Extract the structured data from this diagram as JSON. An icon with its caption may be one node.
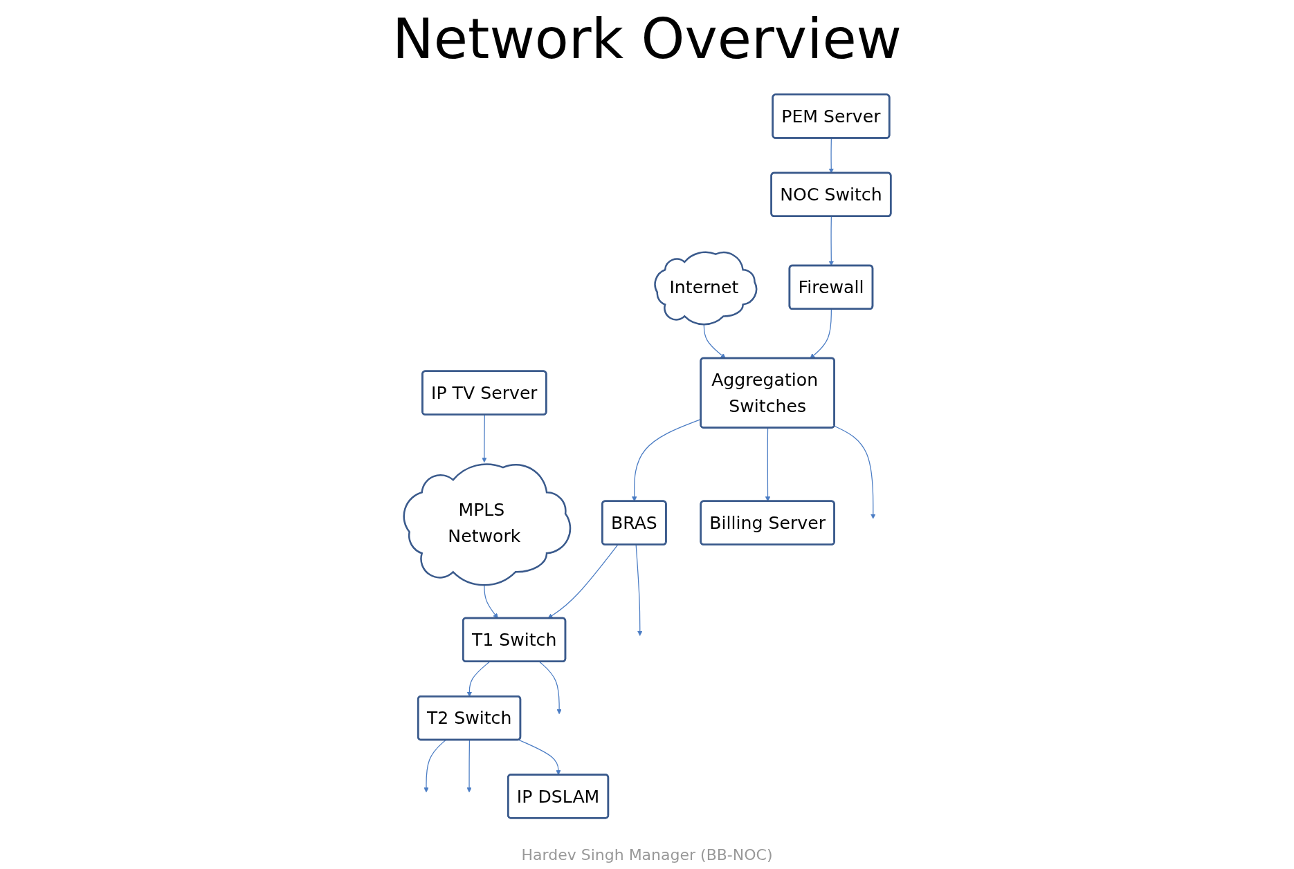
{
  "diagram": {
    "title": "Network Overview",
    "nodes": [
      {
        "text": [
          "IP TV Server"
        ]
      },
      {
        "text": [
          "MPLS Network"
        ]
      },
      {
        "text": [
          "BRAS"
        ]
      },
      {
        "text": [
          "Aggregation Switches"
        ]
      },
      {
        "text": [
          "Internet"
        ]
      },
      {
        "text": [
          "Billing Server"
        ]
      },
      {
        "text": [
          "Firewall"
        ]
      },
      {
        "text": [
          "T1 Switch"
        ]
      },
      {
        "text": [
          "NOC Switch"
        ]
      },
      {
        "text": [
          "T2 Switch"
        ]
      },
      {
        "text": [
          "PEM Server"
        ]
      },
      {
        "text": [
          "IP DSLAM"
        ]
      }
    ],
    "edges": [
      {
        "from": 0,
        "to": 1,
        "arrow": "to"
      },
      {
        "from": 4,
        "to": 3,
        "arrow": "to"
      },
      {
        "from": 3,
        "to": 2,
        "arrow": "to"
      },
      {
        "from": 3,
        "to": 5,
        "arrow": "to"
      },
      {
        "from": 3,
        "to": null,
        "arrow": "to"
      },
      {
        "from": 1,
        "to": 7,
        "arrow": "to"
      },
      {
        "from": 2,
        "to": 7,
        "arrow": "to"
      },
      {
        "from": 2,
        "to": null,
        "arrow": "to"
      },
      {
        "from": 6,
        "to": 3,
        "arrow": "to"
      },
      {
        "from": 8,
        "to": 6,
        "arrow": "to"
      },
      {
        "from": 10,
        "to": 8,
        "arrow": "to"
      },
      {
        "from": 7,
        "to": 9,
        "arrow": "to"
      },
      {
        "from": 7,
        "to": null,
        "arrow": "to"
      },
      {
        "from": 9,
        "to": null,
        "arrow": "to"
      },
      {
        "from": 9,
        "to": null,
        "arrow": "to"
      },
      {
        "from": 9,
        "to": 11,
        "arrow": "to"
      }
    ],
    "labels": [
      "Hardev Singh Manager (BB-NOC)"
    ]
  }
}
